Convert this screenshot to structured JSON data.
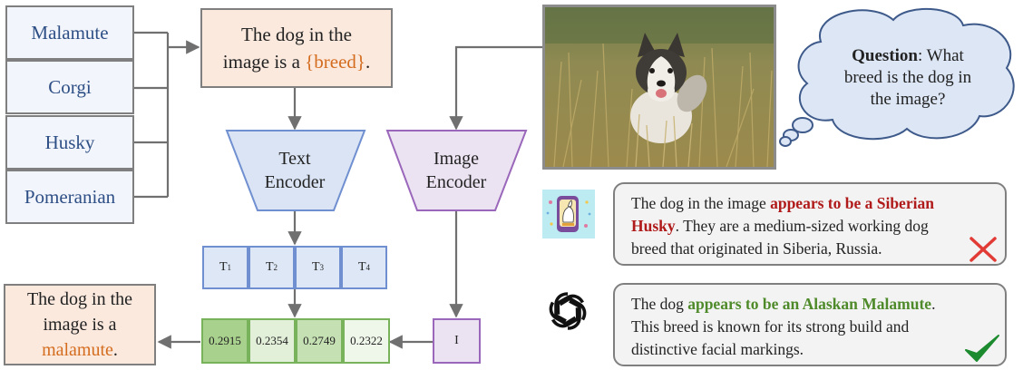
{
  "breeds": [
    "Malamute",
    "Corgi",
    "Husky",
    "Pomeranian"
  ],
  "template": {
    "line1": "The dog in the",
    "line2_prefix": "image is a ",
    "placeholder": "{breed}",
    "line2_suffix": "."
  },
  "text_encoder": {
    "line1": "Text",
    "line2": "Encoder"
  },
  "image_encoder": {
    "line1": "Image",
    "line2": "Encoder"
  },
  "text_tokens": [
    {
      "base": "T",
      "sub": "1"
    },
    {
      "base": "T",
      "sub": "2"
    },
    {
      "base": "T",
      "sub": "3"
    },
    {
      "base": "T",
      "sub": "4"
    }
  ],
  "similarity_scores": [
    "0.2915",
    "0.2354",
    "0.2749",
    "0.2322"
  ],
  "image_token": "I",
  "result": {
    "line1": "The dog in the",
    "line2": "image is a",
    "breed": "malamute",
    "suffix": "."
  },
  "question": {
    "label": "Question",
    "text1": ": What",
    "text2": "breed is the dog in",
    "text3": "the image?"
  },
  "answer_wrong": {
    "line1_prefix": "The dog in the image ",
    "line1_highlight": "appears to be a Siberian",
    "line2_highlight": "Husky",
    "line2_rest": ". They are a medium-sized working dog",
    "line3": "breed that originated in Siberia, Russia."
  },
  "answer_right": {
    "line1_prefix": "The dog ",
    "line1_highlight": "appears to be an Alaskan Malamute",
    "line1_suffix": ".",
    "line2": "This breed is known for its strong build and",
    "line3": "distinctive facial markings."
  },
  "colors": {
    "template_orange": "#d46c1e",
    "wrong_red": "#b01a1a",
    "right_green": "#4f8a2a",
    "text_blue": "#2e4f86"
  }
}
